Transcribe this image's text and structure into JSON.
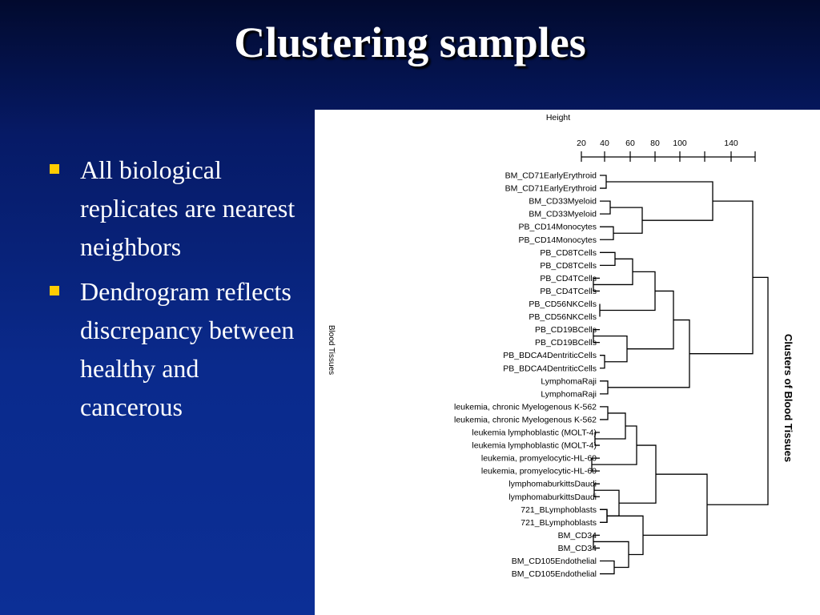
{
  "title": "Clustering samples",
  "bullets": [
    "All biological replicates are nearest neighbors",
    "Dendrogram reflects discrepancy between healthy and cancerous"
  ],
  "figure": {
    "axis_title": "Height",
    "ticks": [
      "20",
      "40",
      "60",
      "80",
      "100",
      "140"
    ],
    "left_label": "Blood Tissues",
    "right_label": "Clusters of Blood Tissues",
    "leaves": [
      "BM_CD71EarlyErythroid",
      "BM_CD71EarlyErythroid",
      "BM_CD33Myeloid",
      "BM_CD33Myeloid",
      "PB_CD14Monocytes",
      "PB_CD14Monocytes",
      "PB_CD8TCells",
      "PB_CD8TCells",
      "PB_CD4TCells",
      "PB_CD4TCells",
      "PB_CD56NKCells",
      "PB_CD56NKCells",
      "PB_CD19BCells",
      "PB_CD19BCells",
      "PB_BDCA4DentriticCells",
      "PB_BDCA4DentriticCells",
      "LymphomaRaji",
      "LymphomaRaji",
      "leukemia, chronic Myelogenous K-562",
      "leukemia, chronic Myelogenous K-562",
      "leukemia lymphoblastic (MOLT-4)",
      "leukemia lymphoblastic (MOLT-4)",
      "leukemia, promyelocytic-HL-60",
      "leukemia, promyelocytic-HL-60",
      "lymphomaburkittsDaudi",
      "lymphomaburkittsDaudi",
      "721_BLymphoblasts",
      "721_BLymphoblasts",
      "BM_CD34",
      "BM_CD34",
      "BM_CD105Endothelial",
      "BM_CD105Endothelial"
    ]
  }
}
